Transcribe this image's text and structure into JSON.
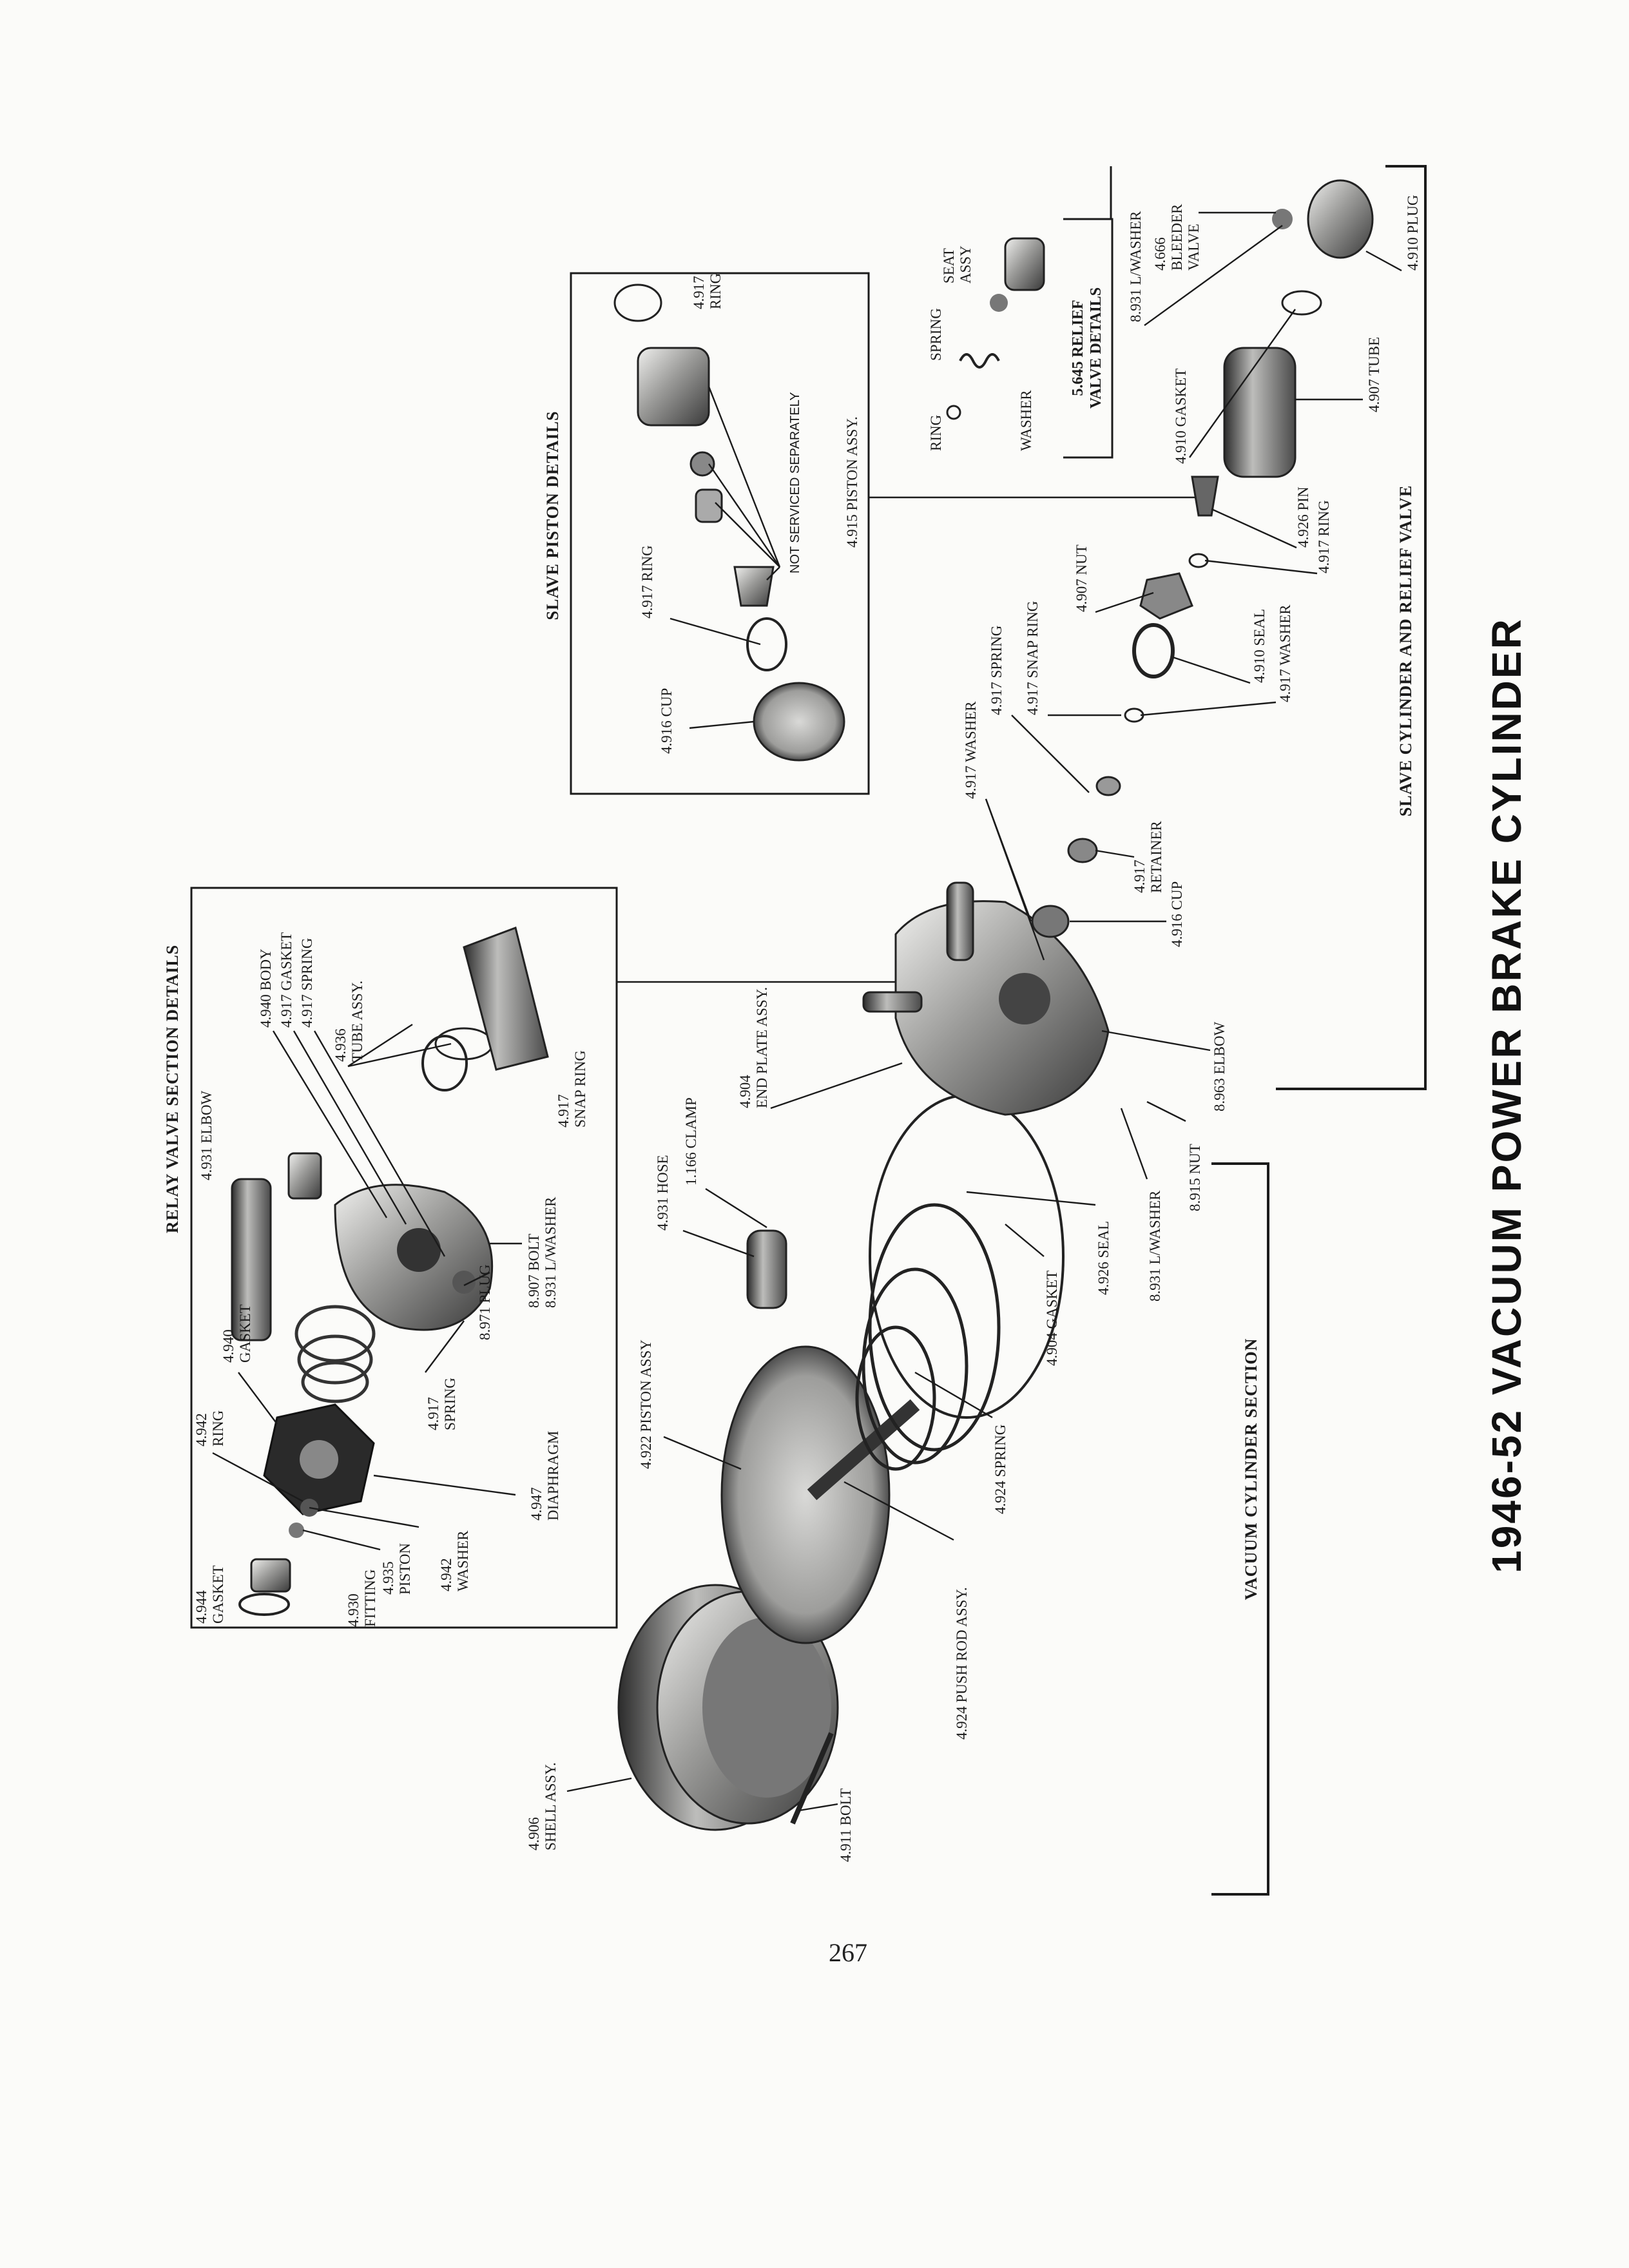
{
  "page_title": "1946-52 VACUUM POWER BRAKE CYLINDER",
  "page_number": "267",
  "sections": {
    "relay_valve": "RELAY VALVE SECTION DETAILS",
    "slave_piston": "SLAVE PISTON DETAILS",
    "relief_valve_1": "5.645 RELIEF",
    "relief_valve_2": "VALVE DETAILS",
    "slave_cylinder": "SLAVE CYLINDER AND RELIEF VALVE",
    "vacuum_cylinder": "VACUUM CYLINDER SECTION"
  },
  "labels": {
    "rv_elbow": "4.931 ELBOW",
    "rv_body": "4.940 BODY",
    "rv_gasket": "4.917 GASKET",
    "rv_spring": "4.917 SPRING",
    "rv_tube_1": "4.936",
    "rv_tube_2": "TUBE ASSY.",
    "rv_gasket2_1": "4.940",
    "rv_gasket2_2": "GASKET",
    "rv_ring_1": "4.942",
    "rv_ring_2": "RING",
    "rv_gasket3_1": "4.944",
    "rv_gasket3_2": "GASKET",
    "rv_fitting_1": "4.930",
    "rv_fitting_2": "FITTING",
    "rv_piston_1": "4.935",
    "rv_piston_2": "PISTON",
    "rv_washer_1": "4.942",
    "rv_washer_2": "WASHER",
    "rv_diaphragm_1": "4.947",
    "rv_diaphragm_2": "DIAPHRAGM",
    "rv_spring2_1": "4.917",
    "rv_spring2_2": "SPRING",
    "rv_plug": "8.971 PLUG",
    "rv_bolt_1": "8.907 BOLT",
    "rv_bolt_2": "8.931 L/WASHER",
    "rv_snap_1": "4.917",
    "rv_snap_2": "SNAP RING",
    "sp_ring_1": "4.917",
    "sp_ring_2": "RING",
    "sp_ring2": "4.917 RING",
    "sp_cup": "4.916 CUP",
    "sp_not_serviced": "NOT SERVICED SEPARATELY",
    "sp_piston_assy": "4.915 PISTON ASSY.",
    "rl_ring": "RING",
    "rl_spring": "SPRING",
    "rl_washer": "WASHER",
    "rl_seat_1": "SEAT",
    "rl_seat_2": "ASSY",
    "sc_lwasher": "8.931 L/WASHER",
    "sc_bleeder_1": "4.666",
    "sc_bleeder_2": "BLEEDER",
    "sc_bleeder_3": "VALVE",
    "sc_plug": "4.910 PLUG",
    "sc_gasket": "4.910 GASKET",
    "sc_tube": "4.907 TUBE",
    "sc_pin": "4.926 PIN",
    "sc_ring": "4.917 RING",
    "sc_nut": "4.907 NUT",
    "sc_seal": "4.910 SEAL",
    "sc_washer": "4.917 WASHER",
    "sc_spring": "4.917 SPRING",
    "sc_snap": "4.917 SNAP RING",
    "sc_washer2": "4.917 WASHER",
    "sc_retainer_1": "4.917",
    "sc_retainer_2": "RETAINER",
    "sc_cup": "4.916 CUP",
    "vc_end_plate_1": "4.904",
    "vc_end_plate_2": "END PLATE ASSY.",
    "vc_elbow": "8.963 ELBOW",
    "vc_nut": "8.915 NUT",
    "vc_lwasher": "8.931 L/WASHER",
    "vc_seal": "4.926 SEAL",
    "vc_gasket": "4.904 GASKET",
    "vc_hose": "4.931 HOSE",
    "vc_clamp": "1.166 CLAMP",
    "vc_piston_assy": "4.922 PISTON ASSY",
    "vc_spring": "4.924 SPRING",
    "vc_pushrod": "4.924 PUSH ROD ASSY.",
    "vc_shell_1": "4.906",
    "vc_shell_2": "SHELL ASSY.",
    "vc_bolt": "4.911 BOLT"
  }
}
